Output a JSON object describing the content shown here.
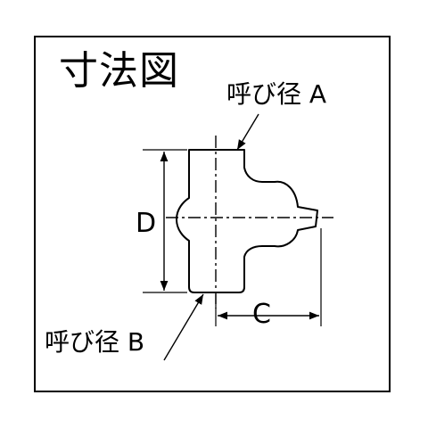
{
  "title": "寸法図",
  "labels": {
    "nominal_a": "呼び径 A",
    "nominal_b": "呼び径 B",
    "dim_d": "D",
    "dim_c": "C"
  },
  "colors": {
    "line": "#000000",
    "background": "#ffffff"
  }
}
